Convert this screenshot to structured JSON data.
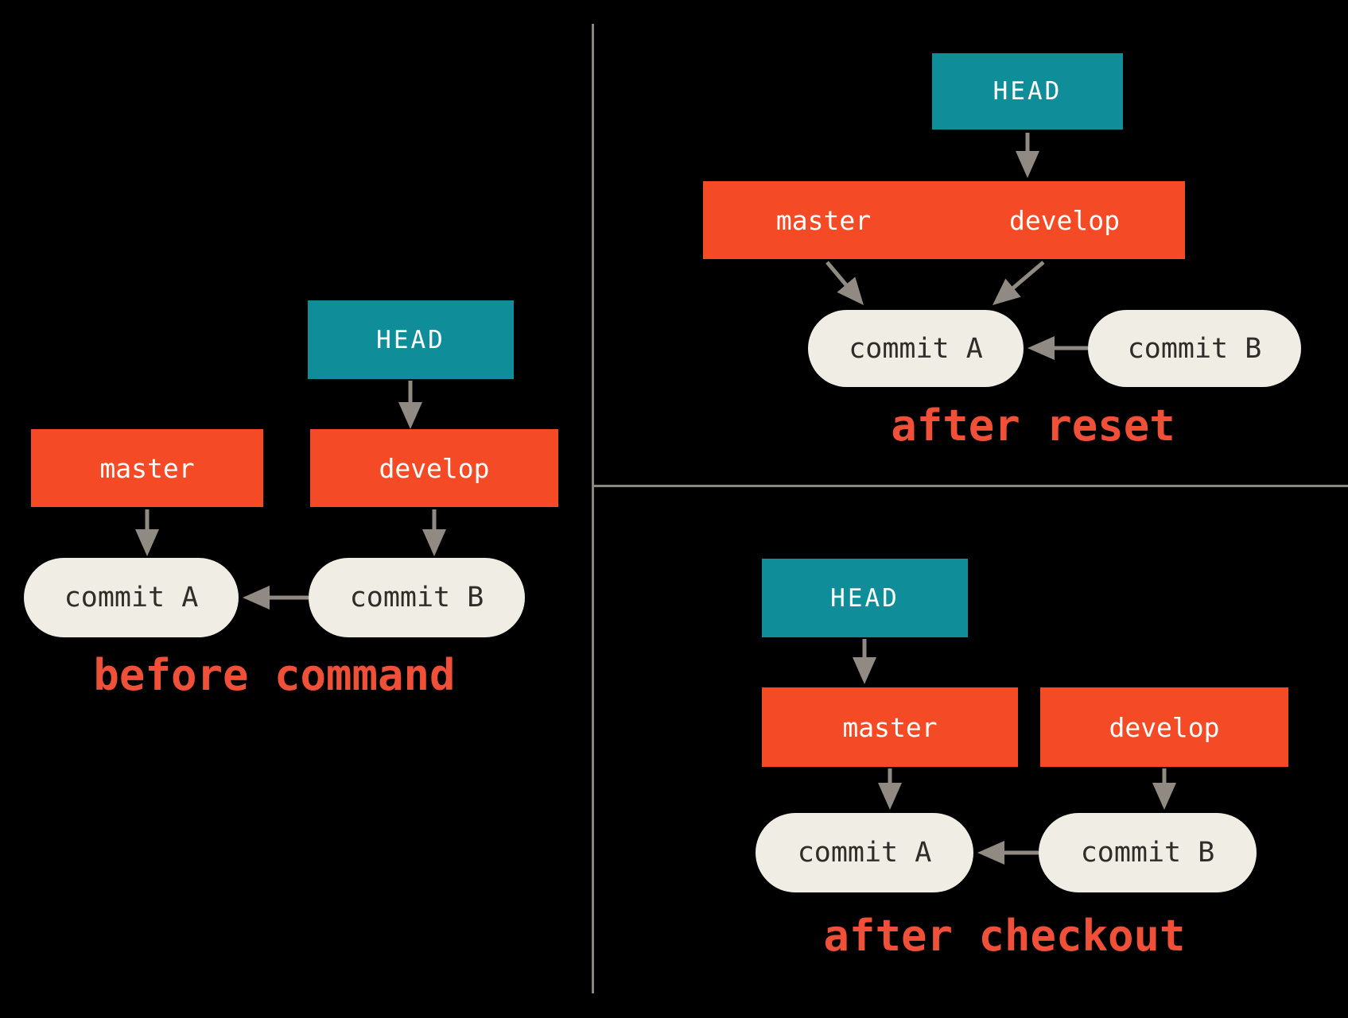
{
  "colors": {
    "background": "#000000",
    "teal": "#0F8E99",
    "orange": "#F44B26",
    "caption": "#F05038",
    "pill_bg": "#EFEDE4",
    "pill_text": "#2E2D2A",
    "label_text": "#FFFFFF",
    "arrow": "#908A82",
    "divider": "#8A857D"
  },
  "panels": {
    "before": {
      "caption": "before command",
      "head_label": "HEAD",
      "branches": [
        {
          "label": "master"
        },
        {
          "label": "develop"
        }
      ],
      "commits": [
        {
          "label": "commit A"
        },
        {
          "label": "commit B"
        }
      ]
    },
    "after_reset": {
      "caption": "after reset",
      "head_label": "HEAD",
      "branches": [
        {
          "label": "master"
        },
        {
          "label": "develop"
        }
      ],
      "commits": [
        {
          "label": "commit A"
        },
        {
          "label": "commit B"
        }
      ]
    },
    "after_checkout": {
      "caption": "after checkout",
      "head_label": "HEAD",
      "branches": [
        {
          "label": "master"
        },
        {
          "label": "develop"
        }
      ],
      "commits": [
        {
          "label": "commit A"
        },
        {
          "label": "commit B"
        }
      ]
    }
  }
}
